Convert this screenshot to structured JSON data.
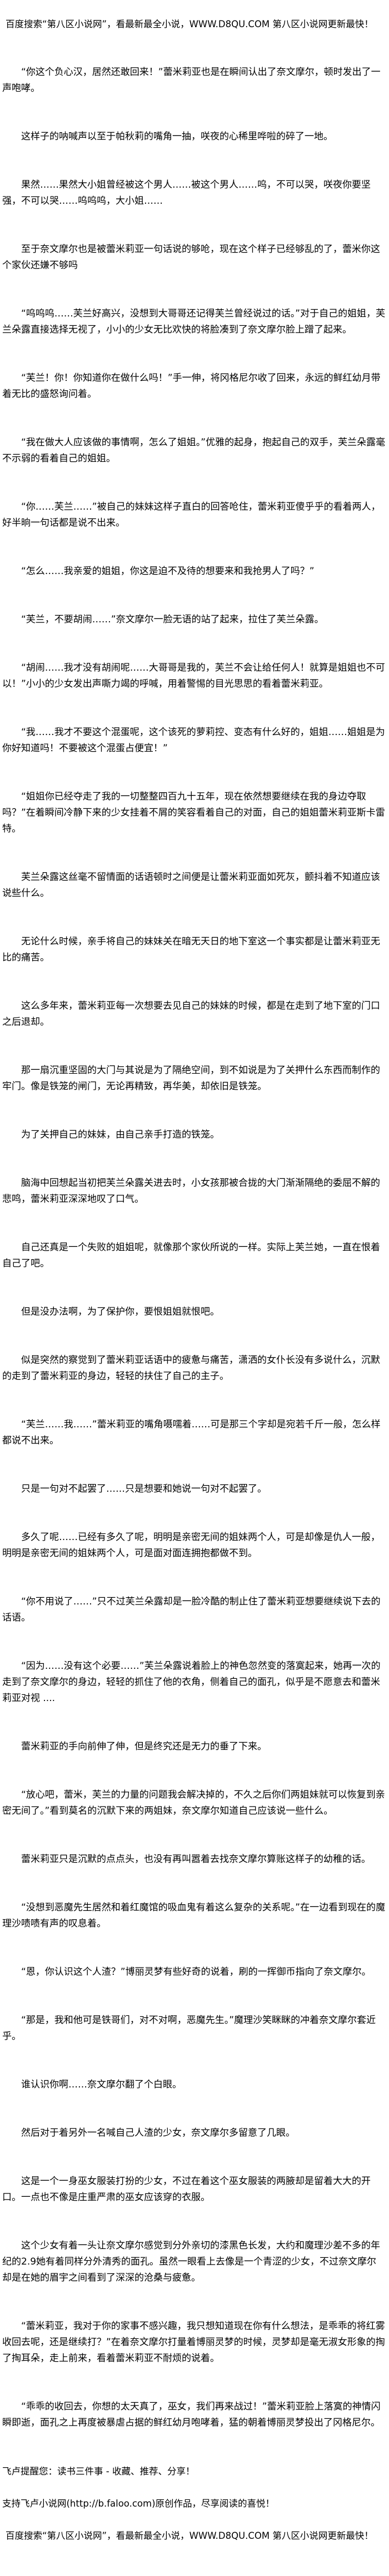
{
  "header_banner": "百度搜索“第八区小说网”，看最新最全小说，WWW.D8QU.COM   第八区小说网更新最快！",
  "paragraphs": [
    "“你这个负心汉，居然还敢回来！”蕾米莉亚也是在瞬间认出了奈文摩尔，顿时发出了一声咆哮。",
    "这样子的呐喊声以至于帕秋莉的嘴角一抽，咲夜的心稀里哗啦的碎了一地。",
    "果然……果然大小姐曾经被这个男人……被这个男人……呜，不可以哭，咲夜你要坚强，不可以哭……呜呜呜，大小姐……",
    "至于奈文摩尔也是被蕾米莉亚一句话说的够呛，现在这个样子已经够乱的了，蕾米你这个家伙还嫌不够吗",
    "“呜呜呜……芙兰好高兴，没想到大哥哥还记得芙兰曾经说过的话。”对于自己的姐姐，芙兰朵露直接选择无视了，小小的少女无比欢快的将脸凑到了奈文摩尔脸上蹭了起来。",
    "“芙兰！你！你知道你在做什么吗！”手一伸，将冈格尼尔收了回来，永远的鲜红幼月带着无比的盛怒询问着。",
    "“我在做大人应该做的事情啊，怎么了姐姐。”优雅的起身，抱起自己的双手，芙兰朵露毫不示弱的看着自己的姐姐。",
    "“你……芙兰……”被自己的妹妹这样子直白的回答呛住，蕾米莉亚傻乎乎的看着两人，好半晌一句话都是说不出来。",
    "“怎么……我亲爱的姐姐，你这是迫不及待的想要来和我抢男人了吗？”",
    "“芙兰，不要胡闹……”奈文摩尔一脸无语的站了起来，拉住了芙兰朵露。",
    "“胡闹……我才没有胡闹呢……大哥哥是我的，芙兰不会让给任何人！就算是姐姐也不可以！”小小的少女发出声嘶力竭的呼喊，用着警惕的目光思思的看着蕾米莉亚。",
    "“我……我才不要这个混蛋呢，这个该死的萝莉控、变态有什么好的，姐姐……姐姐是为你好知道吗！不要被这个混蛋占便宜！”",
    "“姐姐你已经夺走了我的一切整整四百九十五年，现在依然想要继续在我的身边夺取吗？”在着瞬间冷静下来的少女挂着不屑的笑容看着自己的对面，自己的姐姐蕾米莉亚斯卡雷特。",
    "芙兰朵露这丝毫不留情面的话语顿时之间便是让蕾米莉亚面如死灰，颤抖着不知道应该说些什么。",
    "无论什么时候，亲手将自己的妹妹关在暗无天日的地下室这一个事实都是让蕾米莉亚无比的痛苦。",
    "这么多年来，蕾米莉亚每一次想要去见自己的妹妹的时候，都是在走到了地下室的门口之后退却。",
    "那一扇沉重坚固的大门与其说是为了隔绝空间，到不如说是为了关押什么东西而制作的牢门。像是铁笼的闸门，无论再精致，再华美，却依旧是铁笼。",
    "为了关押自己的妹妹，由自己亲手打造的铁笼。",
    "脑海中回想起当初把芙兰朵露关进去时，小女孩那被合拢的大门渐渐隔绝的委屈不解的悲鸣，蕾米莉亚深深地叹了口气。",
    "自己还真是一个失败的姐姐呢，就像那个家伙所说的一样。实际上芙兰她，一直在恨着自己了吧。",
    "但是没办法啊，为了保护你，要恨姐姐就恨吧。",
    "似是突然的察觉到了蕾米莉亚话语中的疲惫与痛苦，潇洒的女仆长没有多说什么，沉默的走到了蕾米莉亚的身边，轻轻的扶住了自己的主子。",
    "“芙兰……我……”蕾米莉亚的嘴角嗫嚅着……可是那三个字却是宛若千斤一般，怎么样都说不出来。",
    "只是一句对不起罢了……只是想要和她说一句对不起罢了。",
    "多久了呢……已经有多久了呢，明明是亲密无间的姐妹两个人，可是却像是仇人一般，明明是亲密无间的姐妹两个人，可是面对面连拥抱都做不到。",
    "“你不用说了……”只不过芙兰朵露却是一脸冷酷的制止住了蕾米莉亚想要继续说下去的话语。",
    "“因为……没有这个必要……”芙兰朵露说着脸上的神色忽然变的落寞起来，她再一次的走到了奈文摩尔的身边，轻轻的抓住了他的衣角，侧着自己的面孔，似乎是不愿意去和蕾米莉亚对视 ....",
    "蕾米莉亚的手向前伸了伸，但是终究还是无力的垂了下来。",
    "“放心吧，蕾米，芙兰的力量的问题我会解决掉的，不久之后你们两姐妹就可以恢复到亲密无间了。”看到莫名的沉默下来的两姐妹，奈文摩尔知道自己应该说一些什么。",
    "蕾米莉亚只是沉默的点点头，也没有再叫嚣着去找奈文摩尔算账这样子的幼稚的话。",
    "“没想到恶魔先生居然和着红魔馆的吸血鬼有着这么复杂的关系呢。”在一边看到现在的魔理沙啧啧有声的叹息着。",
    "“恩，你认识这个人渣？”博丽灵梦有些好奇的说着，刷的一挥御币指向了奈文摩尔。",
    "“那是，我和他可是铁哥们，对不对啊，恶魔先生。”魔理沙笑眯眯的冲着奈文摩尔套近乎。",
    "谁认识你啊……奈文摩尔翻了个白眼。",
    "然后对于着另外一名喊自己人渣的少女，奈文摩尔多留意了几眼。",
    "这是一个一身巫女服装打扮的少女，不过在着这个巫女服装的两腋却是留着大大的开口。一点也不像是庄重严肃的巫女应该穿的衣服。",
    "这个少女有着一头让奈文摩尔感觉到分外亲切的漆黑色长发，大约和魔理沙差不多的年纪的2.9她有着同样分外清秀的面孔。虽然一眼看上去像是一个青涩的少女，不过奈文摩尔却是在她的眉宇之间看到了深深的沧桑与疲惫。",
    "“蕾米莉亚，我对于你的家事不感兴趣，我只想知道现在你有什么想法，是乖乖的将红雾收回去呢，还是继续打？”在着奈文摩尔打量着博丽灵梦的时候，灵梦却是毫无淑女形象的掏了掏耳朵，走上前来，看着蕾米莉亚不耐烦的说着。",
    "“乖乖的收回去，你想的太天真了，巫女，我们再来战过！”蕾米莉亚脸上落寞的神情闪瞬即逝，面孔之上再度被暴虐占据的鲜红幼月咆哮着，猛的朝着博丽灵梦投出了冈格尼尔。"
  ],
  "footer": {
    "reminder": "飞卢提醒您：读书三件事 - 收藏、推荐、分享！",
    "support": "支持飞卢小说网(http://b.faloo.com)原创作品，尽享阅读的喜悦！",
    "banner": "百度搜索“第八区小说网”，看最新最全小说，WWW.D8QU.COM   第八区小说网更新最快！"
  }
}
